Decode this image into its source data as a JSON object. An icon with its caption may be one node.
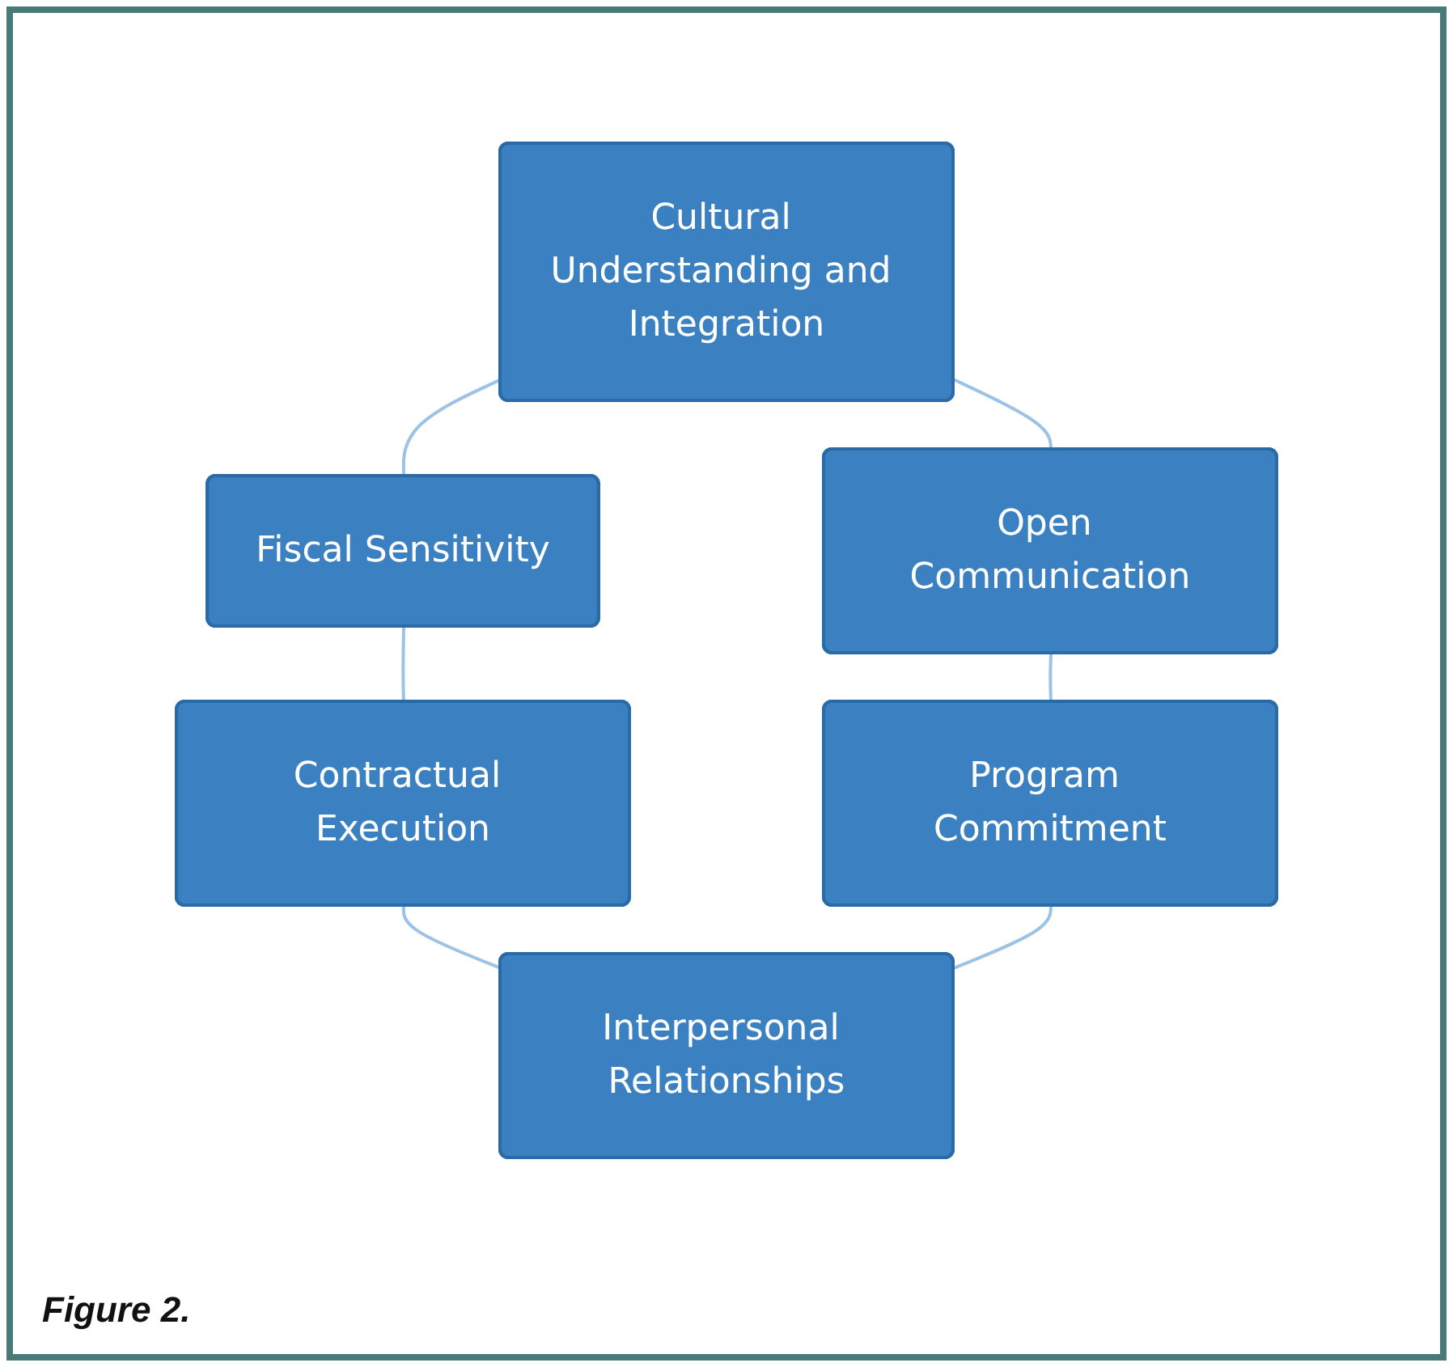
{
  "diagram": {
    "caption": "Figure 2.",
    "nodes": [
      {
        "text": [
          "Cultural Understanding and Integration"
        ]
      },
      {
        "text": [
          "Fiscal Sensitivity"
        ]
      },
      {
        "text": [
          "Open Communication"
        ]
      },
      {
        "text": [
          "Contractual Execution"
        ]
      },
      {
        "text": [
          "Program Commitment"
        ]
      },
      {
        "text": [
          "Interpersonal Relationships"
        ]
      }
    ],
    "edges": [
      {
        "from": 0,
        "to": 1,
        "arrow": "none"
      },
      {
        "from": 0,
        "to": 2,
        "arrow": "none"
      },
      {
        "from": 1,
        "to": 3,
        "arrow": "none"
      },
      {
        "from": 2,
        "to": 4,
        "arrow": "none"
      },
      {
        "from": 3,
        "to": 5,
        "arrow": "none"
      },
      {
        "from": 4,
        "to": 5,
        "arrow": "none"
      }
    ]
  }
}
